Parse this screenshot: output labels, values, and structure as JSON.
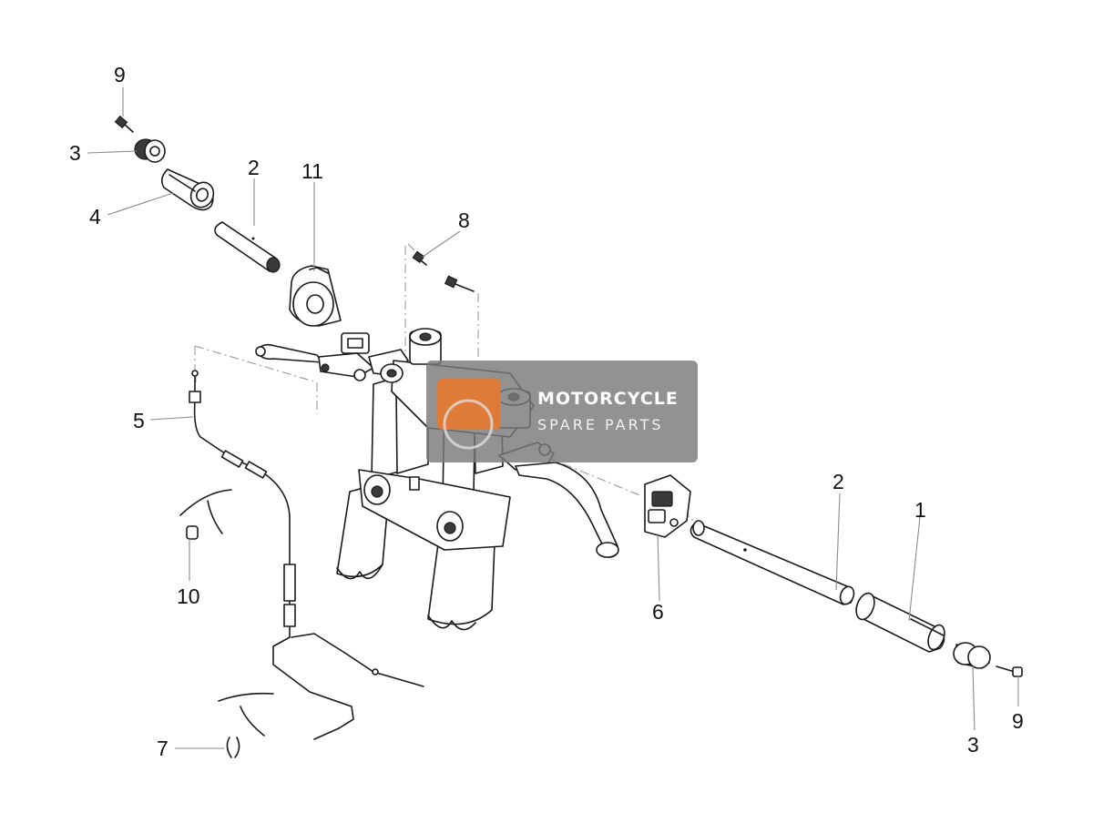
{
  "callouts": {
    "c9a": "9",
    "c3a": "3",
    "c4": "4",
    "c2a": "2",
    "c11": "11",
    "c8": "8",
    "c5": "5",
    "c10": "10",
    "c7": "7",
    "c6": "6",
    "c2b": "2",
    "c1": "1",
    "c3b": "3",
    "c9b": "9"
  },
  "watermark": {
    "line1": "MOTORCYCLE",
    "line2": "SPARE PARTS",
    "badge_color": "#e8792f",
    "panel_color": "#7a7a7a"
  }
}
